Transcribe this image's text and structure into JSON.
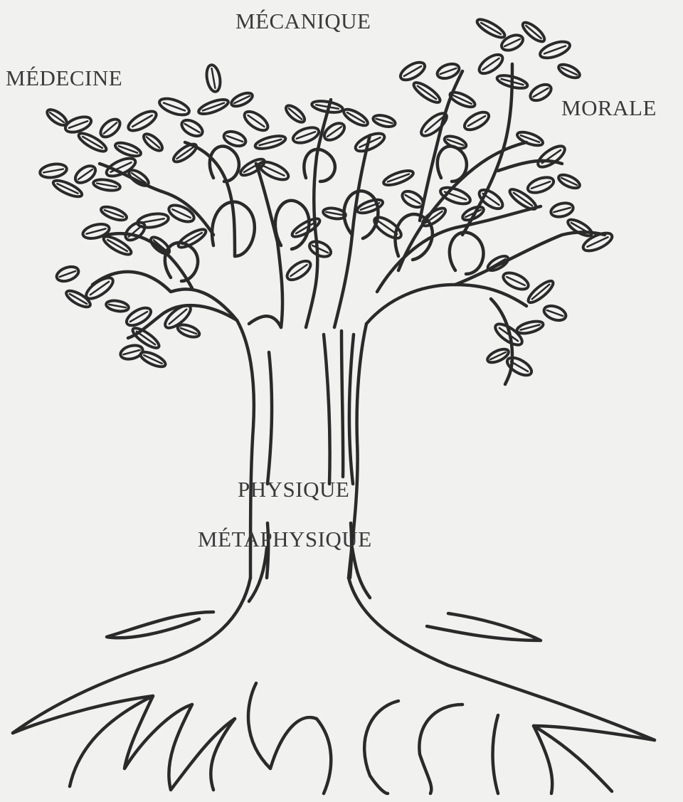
{
  "labels": {
    "mecanique": "MÉCANIQUE",
    "medecine": "MÉDECINE",
    "morale": "MORALE",
    "physique": "PHYSIQUE",
    "metaphysique": "MÉTAPHYSIQUE"
  },
  "colors": {
    "background": "#f1f1f0",
    "ink": "#2a2a2a",
    "text": "#3a3a3a"
  }
}
